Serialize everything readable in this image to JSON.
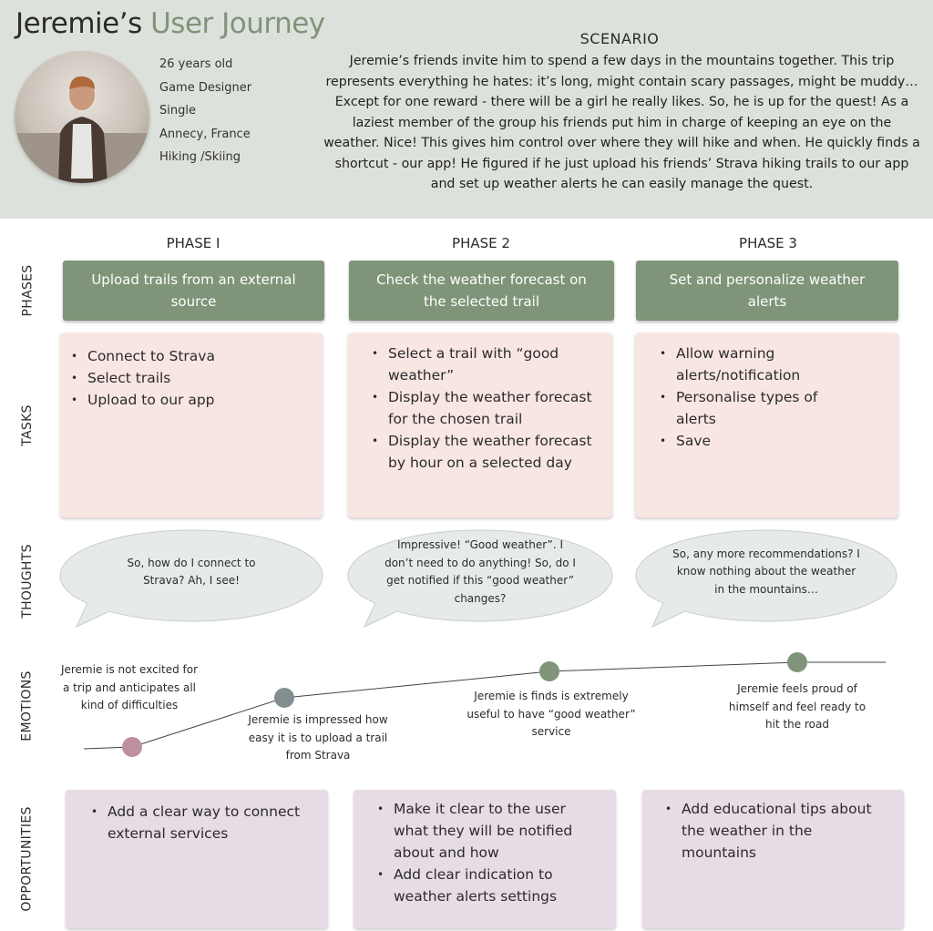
{
  "header": {
    "title_name": "Jeremie’s",
    "title_rest": "User Journey",
    "persona": [
      "26 years old",
      "Game Designer",
      "Single",
      "Annecy, France",
      "Hiking /Skiing"
    ],
    "scenario_title": "SCENARIO",
    "scenario_text": "Jeremie’s friends invite him to spend a few days in the mountains together. This trip represents everything he hates: it’s long, might contain scary passages, might be muddy… Except for one reward - there will be a girl he really likes. So, he is up for the quest! As a laziest member of the group his friends put him in charge of keeping an eye on the weather. Nice! This gives him control over where they will hike and when. He quickly finds a shortcut - our app! He figured if he just upload his friends’ Strava hiking trails to our app and set up weather alerts he can easily manage the quest."
  },
  "rows": [
    "PHASES",
    "TASKS",
    "THOUGHTS",
    "EMOTIONS",
    "OPPORTUNITIES"
  ],
  "phases": [
    {
      "label": "PHASE I",
      "title": "Upload trails from an external source",
      "tasks": [
        "Connect to Strava",
        "Select trails",
        "Upload to our app"
      ],
      "thought": "So, how do I connect to Strava? Ah, I see!",
      "emotions": [
        {
          "text": "Jeremie is not excited for a trip and anticipates all kind of difficulties",
          "level": 1,
          "color": "#be8f9d"
        },
        {
          "text": "Jeremie is impressed how easy it is to upload a trail from Strava",
          "level": 3,
          "color": "#838e91"
        }
      ],
      "opportunities": [
        "Add a clear way to connect external services"
      ]
    },
    {
      "label": "PHASE 2",
      "title": "Check the weather forecast on the selected trail",
      "tasks": [
        "Select a trail with “good weather”",
        "Display the weather forecast for the chosen trail",
        "Display the weather forecast by hour on a selected day"
      ],
      "thought": "Impressive! “Good weather”. I don’t need to do anything! So, do I get notified if this “good weather” changes?",
      "emotions": [
        {
          "text": "Jeremie is finds is extremely useful to have  “good weather” service",
          "level": 4,
          "color": "#7f9478"
        }
      ],
      "opportunities": [
        "Make it clear to the user what they will be notified about and how",
        "Add clear indication to weather alerts settings"
      ]
    },
    {
      "label": "PHASE 3",
      "title": "Set and personalize weather alerts",
      "tasks": [
        "Allow warning alerts/notification",
        "Personalise types of alerts",
        "Save"
      ],
      "thought": "So, any more recommendations? I know nothing about the weather in the mountains…",
      "emotions": [
        {
          "text": "Jeremie feels proud of himself and feel ready to hit the road",
          "level": 4.4,
          "color": "#7f9478"
        }
      ],
      "opportunities": [
        "Add educational tips about the weather in the mountains"
      ]
    }
  ]
}
